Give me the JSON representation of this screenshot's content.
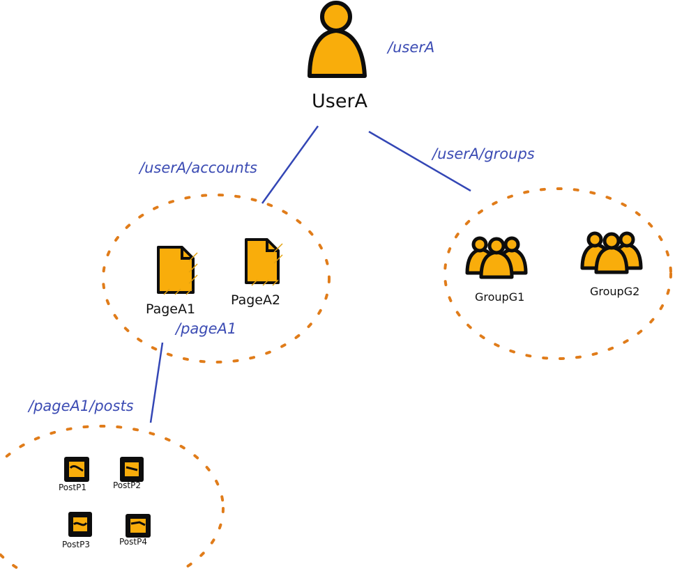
{
  "colors": {
    "icon_fill": "#f9ad0b",
    "outline": "#0d0d0d",
    "edge": "#3346b5",
    "group_border": "#e07c1a",
    "edge_label": "#3b4bb3"
  },
  "root": {
    "label": "UserA",
    "path": "/userA",
    "icon": "user-icon"
  },
  "edges": [
    {
      "from": "UserA",
      "to": "accounts-cluster",
      "label": "/userA/accounts"
    },
    {
      "from": "UserA",
      "to": "groups-cluster",
      "label": "/userA/groups"
    },
    {
      "from": "PageA1",
      "to": "posts-cluster",
      "label": "/pageA1/posts"
    }
  ],
  "clusters": {
    "accounts": {
      "nodes": [
        {
          "label": "PageA1",
          "icon": "page-icon"
        },
        {
          "label": "PageA2",
          "icon": "page-icon"
        }
      ],
      "sublabel": "/pageA1"
    },
    "groups": {
      "nodes": [
        {
          "label": "GroupG1",
          "icon": "group-icon"
        },
        {
          "label": "GroupG2",
          "icon": "group-icon"
        }
      ]
    },
    "posts": {
      "nodes": [
        {
          "label": "PostP1",
          "icon": "image-post-icon"
        },
        {
          "label": "PostP2",
          "icon": "image-post-icon"
        },
        {
          "label": "PostP3",
          "icon": "image-post-icon"
        },
        {
          "label": "PostP4",
          "icon": "image-post-icon"
        }
      ]
    }
  }
}
